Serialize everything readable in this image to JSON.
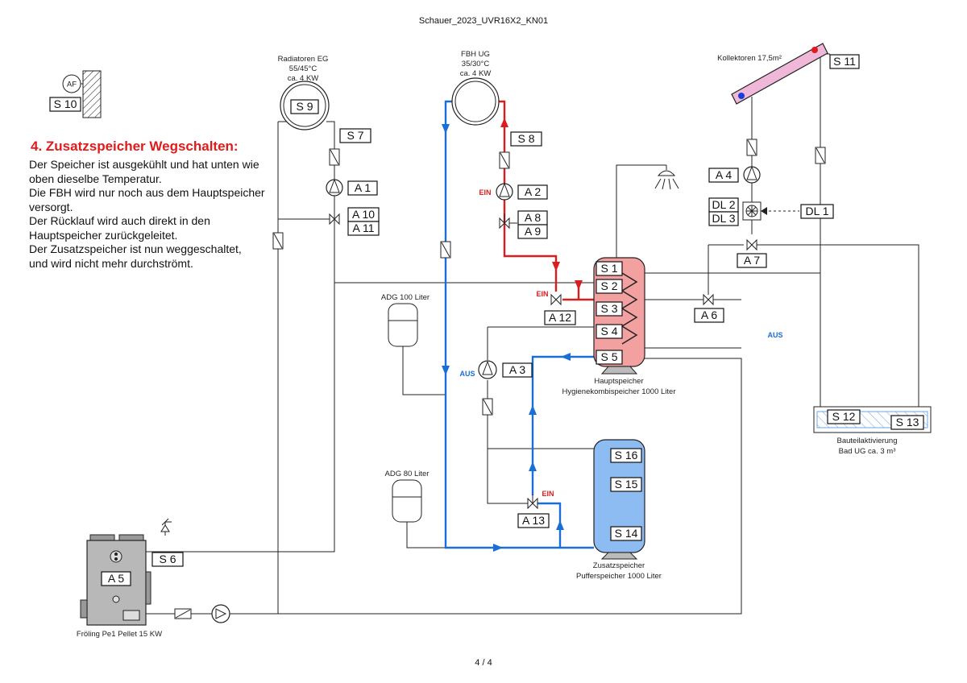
{
  "document": {
    "title": "Schauer_2023_UVR16X2_KN01",
    "page": "4 / 4"
  },
  "note": {
    "title": "4. Zusatzspeicher Wegschalten:",
    "lines": [
      "Der Speicher ist ausgekühlt und hat unten wie",
      "oben dieselbe Temperatur.",
      "Die FBH wird nur noch aus dem Hauptspeicher",
      "versorgt.",
      "Der Rücklauf wird auch direkt in den",
      "Hauptspeicher zurückgeleitet.",
      "Der Zusatzspeicher ist nun weggeschaltet,",
      "und wird nicht mehr durchströmt."
    ]
  },
  "circuits": {
    "radiatoren": [
      "Radiatoren EG",
      "55/45°C",
      "ca. 4 KW"
    ],
    "fbh": [
      "FBH UG",
      "35/30°C",
      "ca. 4 KW"
    ],
    "kollektoren": "Kollektoren 17,5m²"
  },
  "components": {
    "adg100": "ADG 100 Liter",
    "adg80": "ADG 80 Liter",
    "haupt": [
      "Hauptspeicher",
      "Hygienekombispeicher 1000 Liter"
    ],
    "zusatz": [
      "Zusatzspeicher",
      "Pufferspeicher 1000 Liter"
    ],
    "bauteil": [
      "Bauteilaktivierung",
      "Bad UG ca. 3 m³"
    ],
    "kessel": "Fröling Pe1 Pellet 15 KW",
    "af": "AF"
  },
  "status": {
    "ein": "EIN",
    "aus": "AUS"
  },
  "tags": {
    "s1": "S 1",
    "s2": "S 2",
    "s3": "S 3",
    "s4": "S 4",
    "s5": "S 5",
    "s6": "S 6",
    "s7": "S 7",
    "s8": "S 8",
    "s9": "S 9",
    "s10": "S 10",
    "s11": "S 11",
    "s12": "S 12",
    "s13": "S 13",
    "s14": "S 14",
    "s15": "S 15",
    "s16": "S 16",
    "a1": "A 1",
    "a2": "A 2",
    "a3": "A 3",
    "a4": "A 4",
    "a5": "A 5",
    "a6": "A 6",
    "a7": "A 7",
    "a8": "A 8",
    "a9": "A 9",
    "a10": "A 10",
    "a11": "A 11",
    "a12": "A 12",
    "a13": "A 13",
    "dl1": "DL 1",
    "dl2": "DL 2",
    "dl3": "DL 3"
  },
  "colors": {
    "hot": "#d81e1e",
    "cold": "#1a6fd6",
    "tank_hot": "#f2a0a0",
    "tank_cold": "#8dbcf2",
    "boiler": "#b8b8b8"
  }
}
